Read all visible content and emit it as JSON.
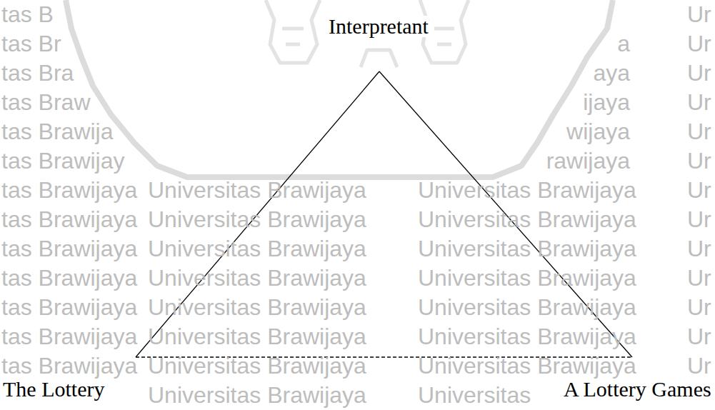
{
  "diagram": {
    "nodes": [
      {
        "text": [
          "Interpretant"
        ]
      },
      {
        "text": [
          "The Lottery"
        ]
      },
      {
        "text": [
          "A Lottery Games"
        ]
      }
    ],
    "edges": [
      {
        "from": 0,
        "to": 1,
        "arrow": "none"
      },
      {
        "from": 0,
        "to": 2,
        "arrow": "none"
      },
      {
        "from": 1,
        "to": 2,
        "arrow": "none"
      }
    ],
    "labels": [
      "tas B",
      "Ur",
      "tas Br",
      "a",
      "Ur",
      "tas Bra",
      "aya",
      "Ur",
      "tas Braw",
      "ijaya",
      "Ur",
      "tas Brawija",
      "wijaya",
      "Ur",
      "tas Brawijay",
      "rawijaya",
      "Ur",
      "tas Brawijaya",
      "Universitas Brawijaya",
      "Universitas Brawijaya",
      "Ur",
      "tas Brawijaya",
      "Universitas Brawijaya",
      "Universitas Brawijaya",
      "Ur",
      "tas Brawijaya",
      "Universitas Brawijaya",
      "Universitas Brawijaya",
      "Ur",
      "tas Brawijaya",
      "Universitas Brawijaya",
      "Universitas Brawijaya",
      "Ur",
      "tas Brawijaya",
      "Universitas Brawijaya",
      "Universitas Brawijaya",
      "Ur",
      "tas Brawijaya",
      "Universitas Brawijaya",
      "Universitas Brawijaya",
      "Ur",
      "tas Brawijaya",
      "Universitas Brawijaya",
      "Universitas Brawijaya",
      "Ur",
      "Universitas Brawijaya",
      "Universitas"
    ]
  }
}
